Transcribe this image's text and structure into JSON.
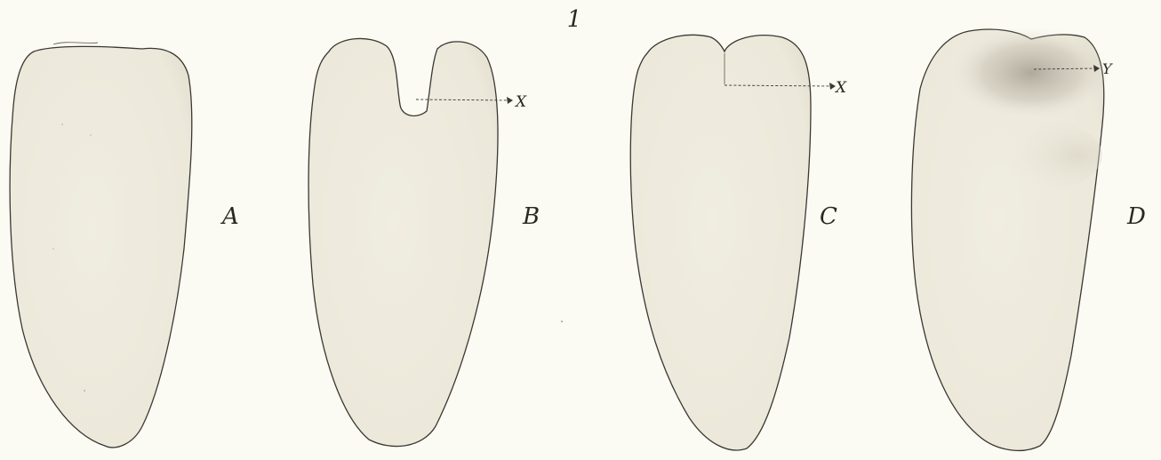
{
  "plate": {
    "number": "1",
    "colors": {
      "background": "#fcfbf3",
      "body_fill": "#f1eee2",
      "ink": "#3a3833"
    }
  },
  "figures": [
    {
      "label": "A"
    },
    {
      "label": "B",
      "pointer_label": "X"
    },
    {
      "label": "C",
      "pointer_label": "X"
    },
    {
      "label": "D",
      "pointer_label": "Y"
    }
  ]
}
